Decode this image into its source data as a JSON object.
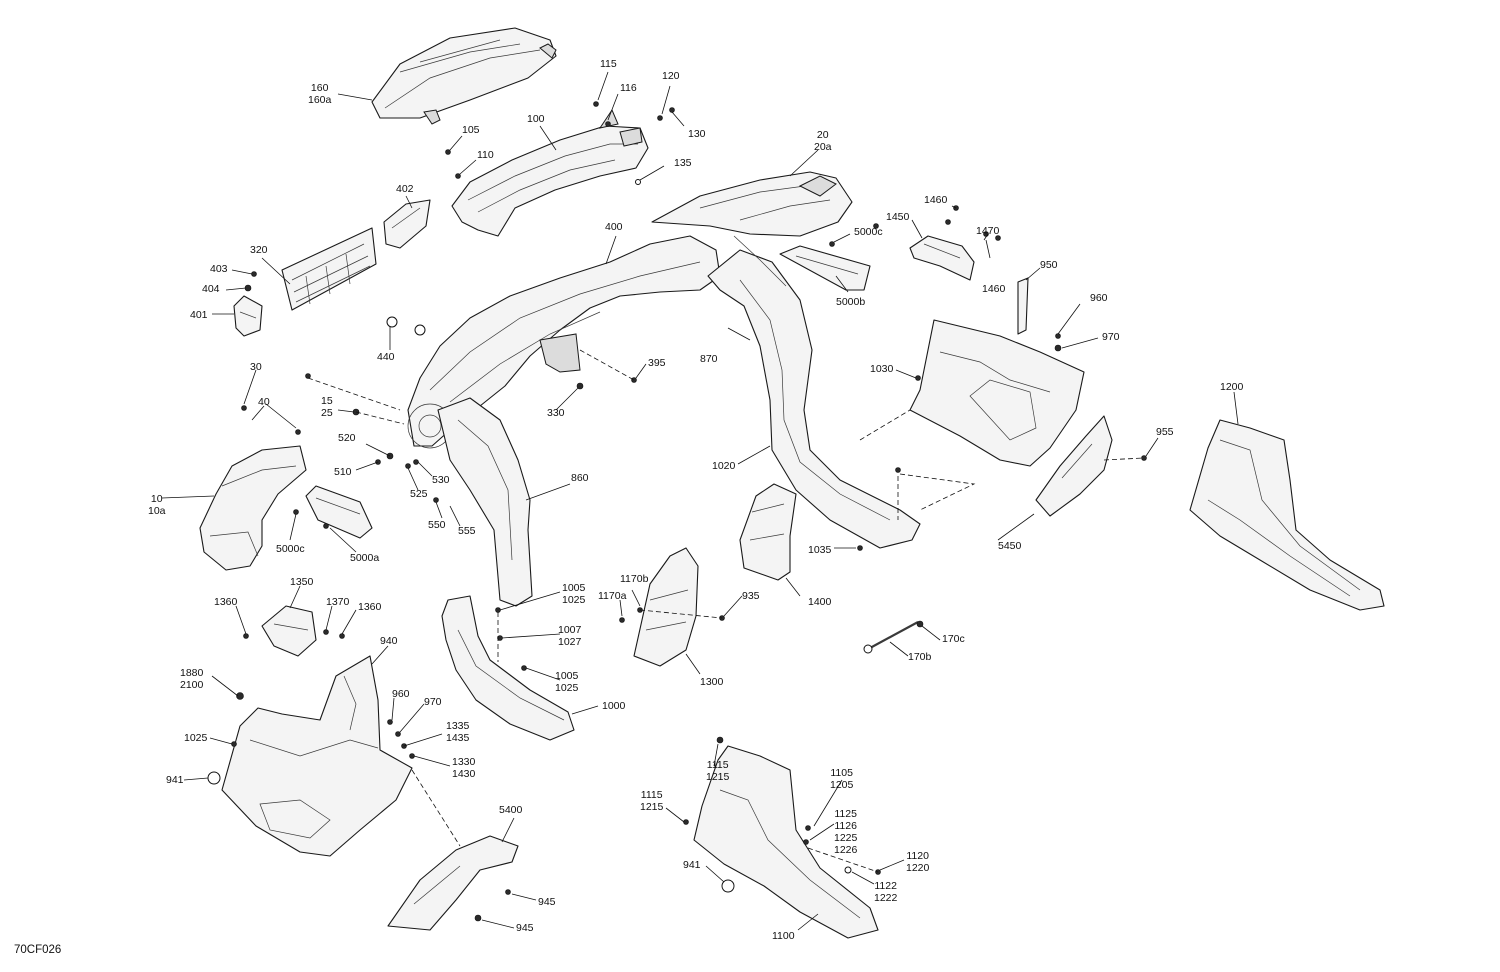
{
  "drawing": {
    "code": "70CF026",
    "callouts": [
      {
        "id": "c160",
        "lines": [
          "160",
          "160a"
        ]
      },
      {
        "id": "c115",
        "lines": [
          "115"
        ]
      },
      {
        "id": "c116",
        "lines": [
          "116"
        ]
      },
      {
        "id": "c120",
        "lines": [
          "120"
        ]
      },
      {
        "id": "c130",
        "lines": [
          "130"
        ]
      },
      {
        "id": "c105",
        "lines": [
          "105"
        ]
      },
      {
        "id": "c100",
        "lines": [
          "100"
        ]
      },
      {
        "id": "c110",
        "lines": [
          "110"
        ]
      },
      {
        "id": "c135",
        "lines": [
          "135"
        ]
      },
      {
        "id": "c20",
        "lines": [
          "20",
          "20a"
        ]
      },
      {
        "id": "c402",
        "lines": [
          "402"
        ]
      },
      {
        "id": "c400",
        "lines": [
          "400"
        ]
      },
      {
        "id": "c320",
        "lines": [
          "320"
        ]
      },
      {
        "id": "c403",
        "lines": [
          "403"
        ]
      },
      {
        "id": "c404",
        "lines": [
          "404"
        ]
      },
      {
        "id": "c401",
        "lines": [
          "401"
        ]
      },
      {
        "id": "c1460a",
        "lines": [
          "1460"
        ]
      },
      {
        "id": "c1450",
        "lines": [
          "1450"
        ]
      },
      {
        "id": "c5000c_top",
        "lines": [
          "5000c"
        ]
      },
      {
        "id": "c1470",
        "lines": [
          "1470"
        ]
      },
      {
        "id": "c1460b",
        "lines": [
          "1460"
        ]
      },
      {
        "id": "c5000b",
        "lines": [
          "5000b"
        ]
      },
      {
        "id": "c950",
        "lines": [
          "950"
        ]
      },
      {
        "id": "c960_right",
        "lines": [
          "960"
        ]
      },
      {
        "id": "c970_right",
        "lines": [
          "970"
        ]
      },
      {
        "id": "c440",
        "lines": [
          "440"
        ]
      },
      {
        "id": "c395",
        "lines": [
          "395"
        ]
      },
      {
        "id": "c870",
        "lines": [
          "870"
        ]
      },
      {
        "id": "c330",
        "lines": [
          "330"
        ]
      },
      {
        "id": "c1030",
        "lines": [
          "1030"
        ]
      },
      {
        "id": "c1200",
        "lines": [
          "1200"
        ]
      },
      {
        "id": "c30",
        "lines": [
          "30"
        ]
      },
      {
        "id": "c40",
        "lines": [
          "40"
        ]
      },
      {
        "id": "c15",
        "lines": [
          "15",
          "25"
        ]
      },
      {
        "id": "c520",
        "lines": [
          "520"
        ]
      },
      {
        "id": "c510",
        "lines": [
          "510"
        ]
      },
      {
        "id": "c530",
        "lines": [
          "530"
        ]
      },
      {
        "id": "c525",
        "lines": [
          "525"
        ]
      },
      {
        "id": "c860",
        "lines": [
          "860"
        ]
      },
      {
        "id": "c1020",
        "lines": [
          "1020"
        ]
      },
      {
        "id": "c955",
        "lines": [
          "955"
        ]
      },
      {
        "id": "c10",
        "lines": [
          "10",
          "10a"
        ]
      },
      {
        "id": "c5000c_left",
        "lines": [
          "5000c"
        ]
      },
      {
        "id": "c5000a",
        "lines": [
          "5000a"
        ]
      },
      {
        "id": "c550",
        "lines": [
          "550"
        ]
      },
      {
        "id": "c555",
        "lines": [
          "555"
        ]
      },
      {
        "id": "c5450",
        "lines": [
          "5450"
        ]
      },
      {
        "id": "c1035",
        "lines": [
          "1035"
        ]
      },
      {
        "id": "c1005a",
        "lines": [
          "1005",
          "1025"
        ]
      },
      {
        "id": "c1170b",
        "lines": [
          "1170b"
        ]
      },
      {
        "id": "c1170a",
        "lines": [
          "1170a"
        ]
      },
      {
        "id": "c935",
        "lines": [
          "935"
        ]
      },
      {
        "id": "c1400",
        "lines": [
          "1400"
        ]
      },
      {
        "id": "c1350",
        "lines": [
          "1350"
        ]
      },
      {
        "id": "c1360a",
        "lines": [
          "1360"
        ]
      },
      {
        "id": "c1370",
        "lines": [
          "1370"
        ]
      },
      {
        "id": "c1360b",
        "lines": [
          "1360"
        ]
      },
      {
        "id": "c1007",
        "lines": [
          "1007",
          "1027"
        ]
      },
      {
        "id": "c170c",
        "lines": [
          "170c"
        ]
      },
      {
        "id": "c940",
        "lines": [
          "940"
        ]
      },
      {
        "id": "c170b",
        "lines": [
          "170b"
        ]
      },
      {
        "id": "c1005b",
        "lines": [
          "1005",
          "1025"
        ]
      },
      {
        "id": "c1300",
        "lines": [
          "1300"
        ]
      },
      {
        "id": "c1880",
        "lines": [
          "1880",
          "2100"
        ]
      },
      {
        "id": "c960_left",
        "lines": [
          "960"
        ]
      },
      {
        "id": "c970_left",
        "lines": [
          "970"
        ]
      },
      {
        "id": "c1000",
        "lines": [
          "1000"
        ]
      },
      {
        "id": "c1025",
        "lines": [
          "1025"
        ]
      },
      {
        "id": "c1335",
        "lines": [
          "1335",
          "1435"
        ]
      },
      {
        "id": "c1330",
        "lines": [
          "1330",
          "1430"
        ]
      },
      {
        "id": "c941_left",
        "lines": [
          "941"
        ]
      },
      {
        "id": "c1115a",
        "lines": [
          "1115",
          "1215"
        ]
      },
      {
        "id": "c1105",
        "lines": [
          "1105",
          "1205"
        ]
      },
      {
        "id": "c1115b",
        "lines": [
          "1115",
          "1215"
        ]
      },
      {
        "id": "c1125",
        "lines": [
          "1125",
          "1126",
          "1225",
          "1226"
        ]
      },
      {
        "id": "c5400",
        "lines": [
          "5400"
        ]
      },
      {
        "id": "c1120",
        "lines": [
          "1120",
          "1220"
        ]
      },
      {
        "id": "c941_right",
        "lines": [
          "941"
        ]
      },
      {
        "id": "c1122",
        "lines": [
          "1122",
          "1222"
        ]
      },
      {
        "id": "c945a",
        "lines": [
          "945"
        ]
      },
      {
        "id": "c945b",
        "lines": [
          "945"
        ]
      },
      {
        "id": "c1100",
        "lines": [
          "1100"
        ]
      }
    ]
  }
}
